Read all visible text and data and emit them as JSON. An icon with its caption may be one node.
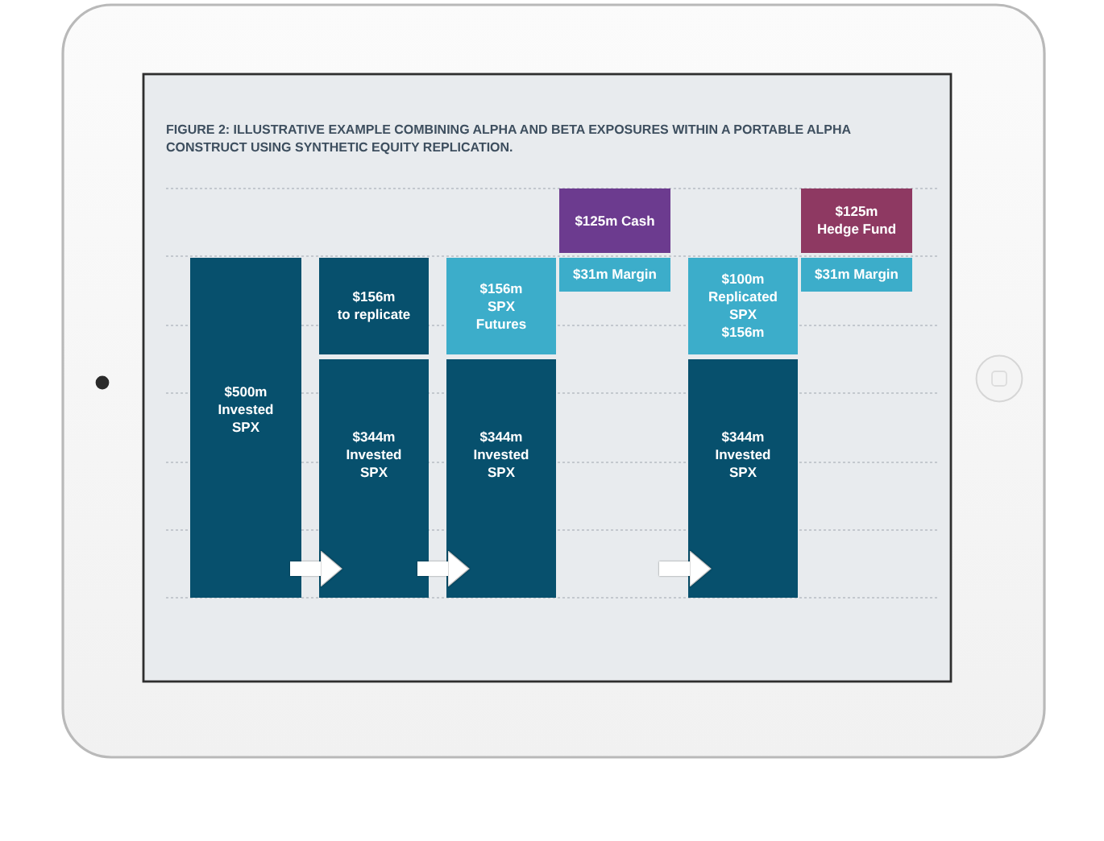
{
  "diagram": {
    "title": "FIGURE 2: ILLUSTRATIVE EXAMPLE COMBINING ALPHA AND BETA EXPOSURES WITHIN A PORTABLE ALPHA CONSTRUCT USING SYNTHETIC EQUITY REPLICATION.",
    "nodes": [
      {
        "text": [
          "$500m Invested SPX"
        ]
      },
      {
        "text": [
          "$156m",
          "to replicate"
        ]
      },
      {
        "text": [
          "$344m Invested SPX"
        ]
      },
      {
        "text": [
          "$156m SPX Futures"
        ]
      },
      {
        "text": [
          "$344m Invested SPX"
        ]
      },
      {
        "text": [
          "$125m Cash"
        ]
      },
      {
        "text": [
          "$31m Margin"
        ]
      },
      {
        "text": [
          "$100m Replicated SPX $156m"
        ]
      },
      {
        "text": [
          "$344m Invested SPX"
        ]
      },
      {
        "text": [
          "$125m Hedge Fund"
        ]
      },
      {
        "text": [
          "$31m Margin"
        ]
      }
    ],
    "edges": [
      {
        "from": 0,
        "to": 2,
        "arrow": "to"
      },
      {
        "from": 2,
        "to": 4,
        "arrow": "to"
      },
      {
        "from": null,
        "to": 8,
        "arrow": "to"
      }
    ]
  }
}
